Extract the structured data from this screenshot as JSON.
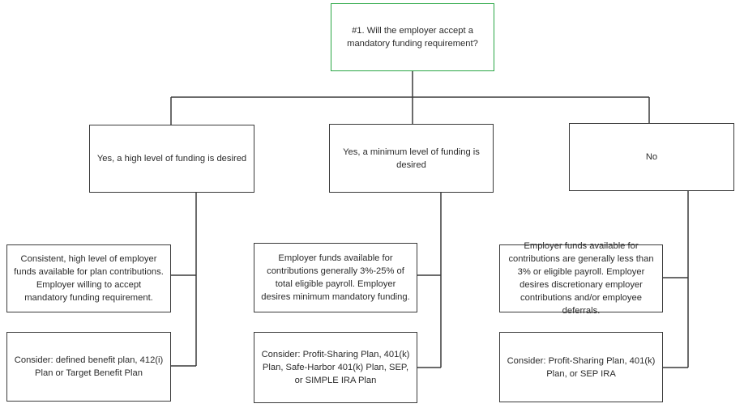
{
  "root": {
    "text": "#1. Will the employer accept a mandatory funding requirement?",
    "border_color": "#2aa745"
  },
  "branches": [
    {
      "answer": "Yes, a high level of funding is desired",
      "description": "Consistent, high level of employer funds available for plan contributions. Employer willing to accept mandatory funding requirement.",
      "recommendation": "Consider: defined benefit plan, 412(i) Plan or Target Benefit Plan"
    },
    {
      "answer": "Yes, a minimum level of funding is desired",
      "description": "Employer funds available for contributions generally 3%-25% of total eligible payroll. Employer desires minimum mandatory funding.",
      "recommendation": "Consider: Profit-Sharing Plan, 401(k) Plan, Safe-Harbor 401(k) Plan, SEP, or SIMPLE IRA Plan"
    },
    {
      "answer": "No",
      "description": "Employer funds available for contributions are generally less than 3% or eligible payroll. Employer desires discretionary employer contributions and/or employee deferrals.",
      "recommendation": "Consider: Profit-Sharing Plan, 401(k) Plan, or SEP IRA"
    }
  ]
}
